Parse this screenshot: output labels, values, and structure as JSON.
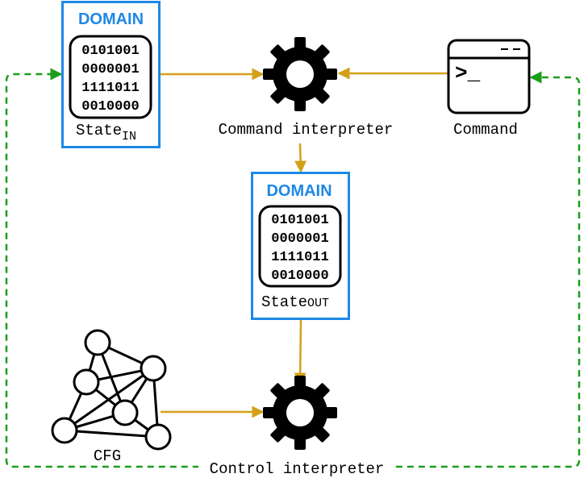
{
  "state_in": {
    "domain_label": "DOMAIN",
    "bits": [
      "0101001",
      "0000001",
      "1111011",
      "0010000"
    ],
    "label_main": "State",
    "label_sub": "IN"
  },
  "state_out": {
    "domain_label": "DOMAIN",
    "bits": [
      "0101001",
      "0000001",
      "1111011",
      "0010000"
    ],
    "label_main": "State",
    "label_sub": "OUT"
  },
  "command_interpreter": {
    "label": "Command interpreter"
  },
  "command": {
    "label": "Command",
    "prompt": ">_",
    "titlebar": "‾‾"
  },
  "cfg": {
    "label": "CFG"
  },
  "control_interpreter": {
    "label": "Control interpreter"
  },
  "colors": {
    "domain_border": "#1e88e5",
    "domain_text": "#1e88e5",
    "data_arrow": "#d4a017",
    "feedback_arrow": "#1a9e1a",
    "ink": "#000000"
  }
}
